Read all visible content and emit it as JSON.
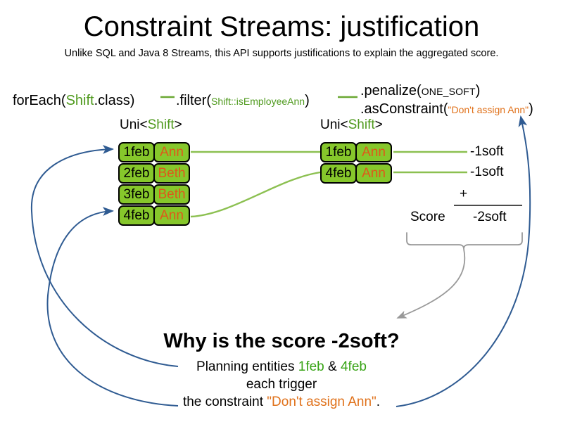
{
  "header": {
    "title": "Constraint Streams: justification",
    "subtitle": "Unlike SQL and Java 8 Streams, this API supports justifications to explain the aggregated score."
  },
  "pipeline": {
    "foreach": {
      "prefix": "forEach(",
      "type": "Shift",
      "suffix": ".class)"
    },
    "filter": {
      "prefix": ".filter(",
      "lambda": "Shift::isEmployeeAnn",
      "suffix": ")"
    },
    "penalize": {
      "prefix": ".penalize(",
      "arg": "ONE_SOFT",
      "suffix": ")"
    },
    "as_constraint": {
      "prefix": ".asConstraint(",
      "arg": "\"Don't assign Ann\"",
      "suffix": ")"
    }
  },
  "streams": {
    "left": {
      "caption_prefix": "Uni<",
      "caption_type": "Shift",
      "caption_suffix": ">",
      "tuples": [
        {
          "date": "1feb",
          "name": "Ann"
        },
        {
          "date": "2feb",
          "name": "Beth"
        },
        {
          "date": "3feb",
          "name": "Beth"
        },
        {
          "date": "4feb",
          "name": "Ann"
        }
      ]
    },
    "right": {
      "caption_prefix": "Uni<",
      "caption_type": "Shift",
      "caption_suffix": ">",
      "tuples": [
        {
          "date": "1feb",
          "name": "Ann"
        },
        {
          "date": "4feb",
          "name": "Ann"
        }
      ]
    }
  },
  "penalties": [
    "-1soft",
    "-1soft"
  ],
  "score": {
    "operator": "+",
    "label": "Score",
    "total": "-2soft"
  },
  "explanation": {
    "question": "Why is the score -2soft?",
    "line1_prefix": "Planning entities ",
    "line1_entity_a": "1feb",
    "line1_amp": " & ",
    "line1_entity_b": "4feb",
    "line2": "each trigger",
    "line3_prefix": "the constraint ",
    "line3_constraint": "\"Don't assign Ann\"",
    "line3_suffix": "."
  },
  "colors": {
    "tuple_fill": "#86c72b",
    "tuple_border": "#000000",
    "name_text": "#e0571a",
    "type_text": "#4f9a1e",
    "string_text": "#e0711a",
    "entity_text": "#36a314",
    "wire_green": "#8cc051",
    "arrow_blue": "#2f5b92",
    "brace_gray": "#999999",
    "rule_gray": "#4d4d4d"
  }
}
